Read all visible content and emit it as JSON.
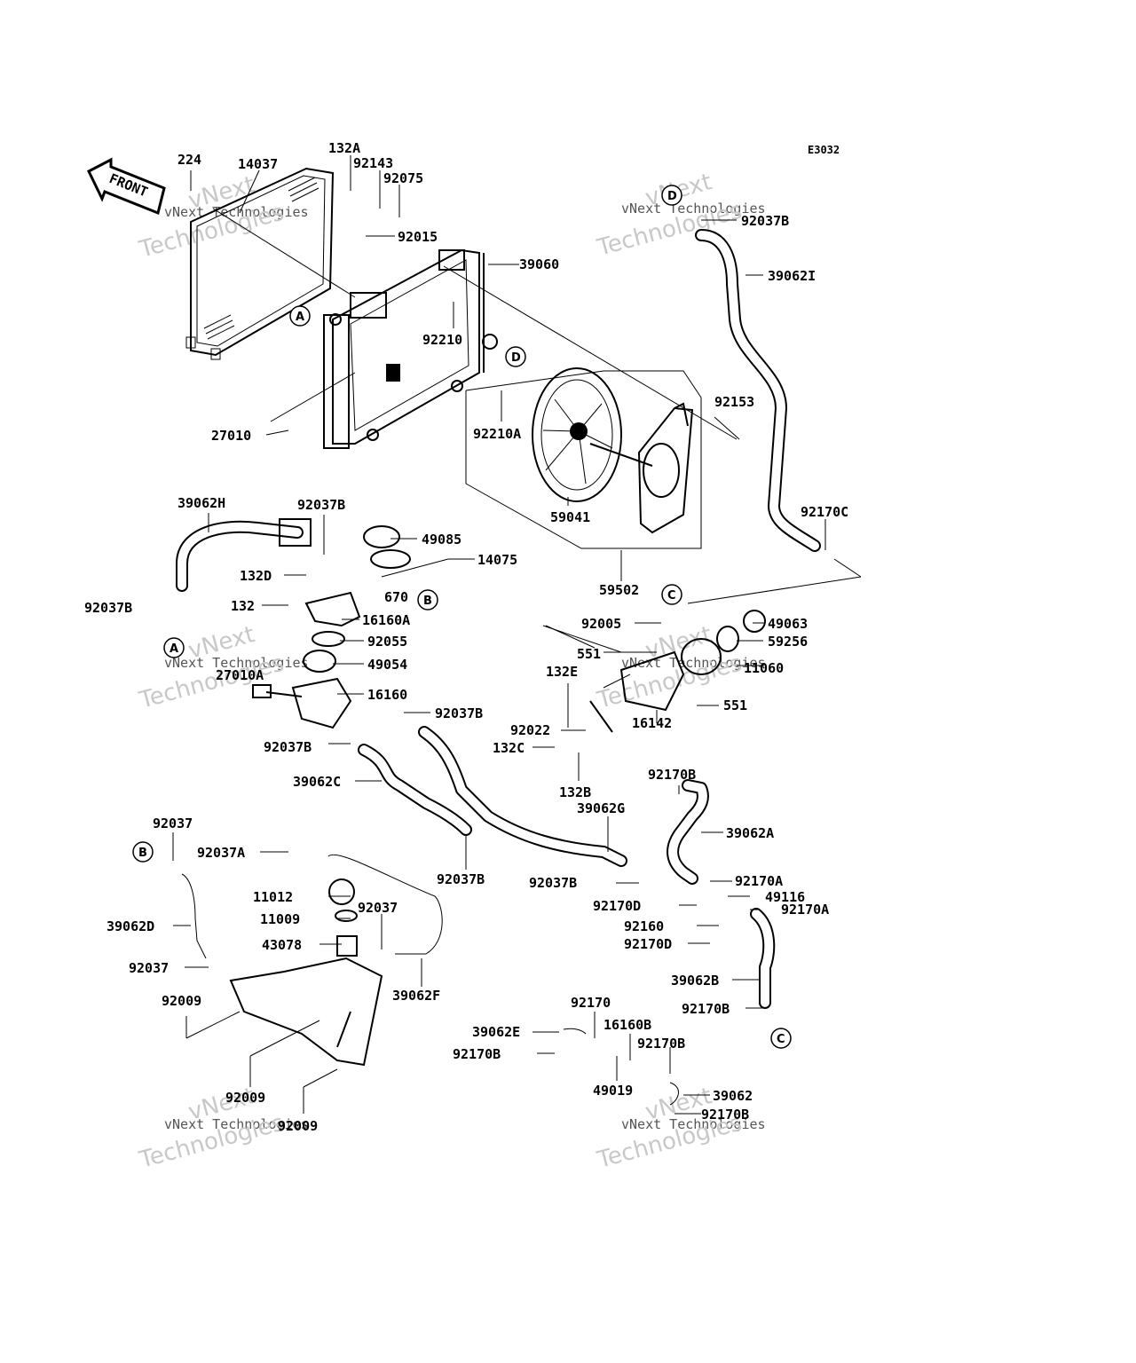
{
  "diagram_code": "E3032",
  "front_label": "FRONT",
  "watermarks": [
    {
      "line1": "vNext",
      "line2": "vNext Technologies",
      "line3": "Technologies"
    },
    {
      "line1": "vNext",
      "line2": "vNext Technologies",
      "line3": "Technologies"
    },
    {
      "line1": "vNext",
      "line2": "vNext Technologies",
      "line3": "Technologies"
    },
    {
      "line1": "vNext",
      "line2": "vNext Technologies",
      "line3": "Technologies"
    },
    {
      "line1": "vNext",
      "line2": "vNext Technologies",
      "line3": "Technologies"
    },
    {
      "line1": "vNext",
      "line2": "vNext Technologies",
      "line3": "Technologies"
    }
  ],
  "connectors": [
    "A",
    "A",
    "B",
    "B",
    "C",
    "C",
    "D",
    "D"
  ],
  "parts": [
    "224",
    "14037",
    "132A",
    "92143",
    "92075",
    "92015",
    "39060",
    "92210",
    "27010",
    "92037B",
    "39062I",
    "92153",
    "92210A",
    "59041",
    "59502",
    "92170C",
    "39062H",
    "92037B",
    "49085",
    "14075",
    "132D",
    "670",
    "132",
    "16160A",
    "92037B",
    "92055",
    "49054",
    "27010A",
    "16160",
    "92037B",
    "92037B",
    "39062C",
    "92037B",
    "39062G",
    "92037B",
    "92005",
    "49063",
    "59256",
    "551",
    "11060",
    "132E",
    "551",
    "92022",
    "16142",
    "132C",
    "132B",
    "92170B",
    "39062A",
    "92170A",
    "49116",
    "92170A",
    "92170D",
    "92160",
    "92170D",
    "39062B",
    "92170B",
    "92037",
    "92037A",
    "11012",
    "11009",
    "92037",
    "43078",
    "39062D",
    "92037",
    "39062F",
    "92009",
    "92009",
    "92009",
    "92170",
    "39062E",
    "16160B",
    "92170B",
    "92170B",
    "49019",
    "39062",
    "92170B"
  ]
}
